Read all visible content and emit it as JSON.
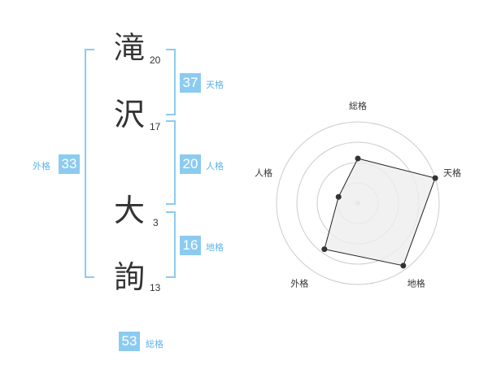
{
  "name": {
    "chars": [
      {
        "char": "滝",
        "strokes": "20"
      },
      {
        "char": "沢",
        "strokes": "17"
      },
      {
        "char": "大",
        "strokes": "3"
      },
      {
        "char": "詢",
        "strokes": "13"
      }
    ]
  },
  "kaku": {
    "ten": {
      "value": "37",
      "label": "天格"
    },
    "jin": {
      "value": "20",
      "label": "人格"
    },
    "chi": {
      "value": "16",
      "label": "地格"
    },
    "gai": {
      "value": "33",
      "label": "外格"
    },
    "sou": {
      "value": "53",
      "label": "総格"
    }
  },
  "chart_data": {
    "type": "radar",
    "axes": [
      "総格",
      "天格",
      "地格",
      "外格",
      "人格"
    ],
    "values": [
      0.55,
      1.0,
      0.95,
      0.7,
      0.25
    ],
    "rings": 4,
    "colors": {
      "fill": "#eeeeee",
      "stroke": "#222222",
      "grid": "#cccccc"
    }
  },
  "colors": {
    "accent": "#8ccbf0",
    "label": "#5db4e8"
  }
}
